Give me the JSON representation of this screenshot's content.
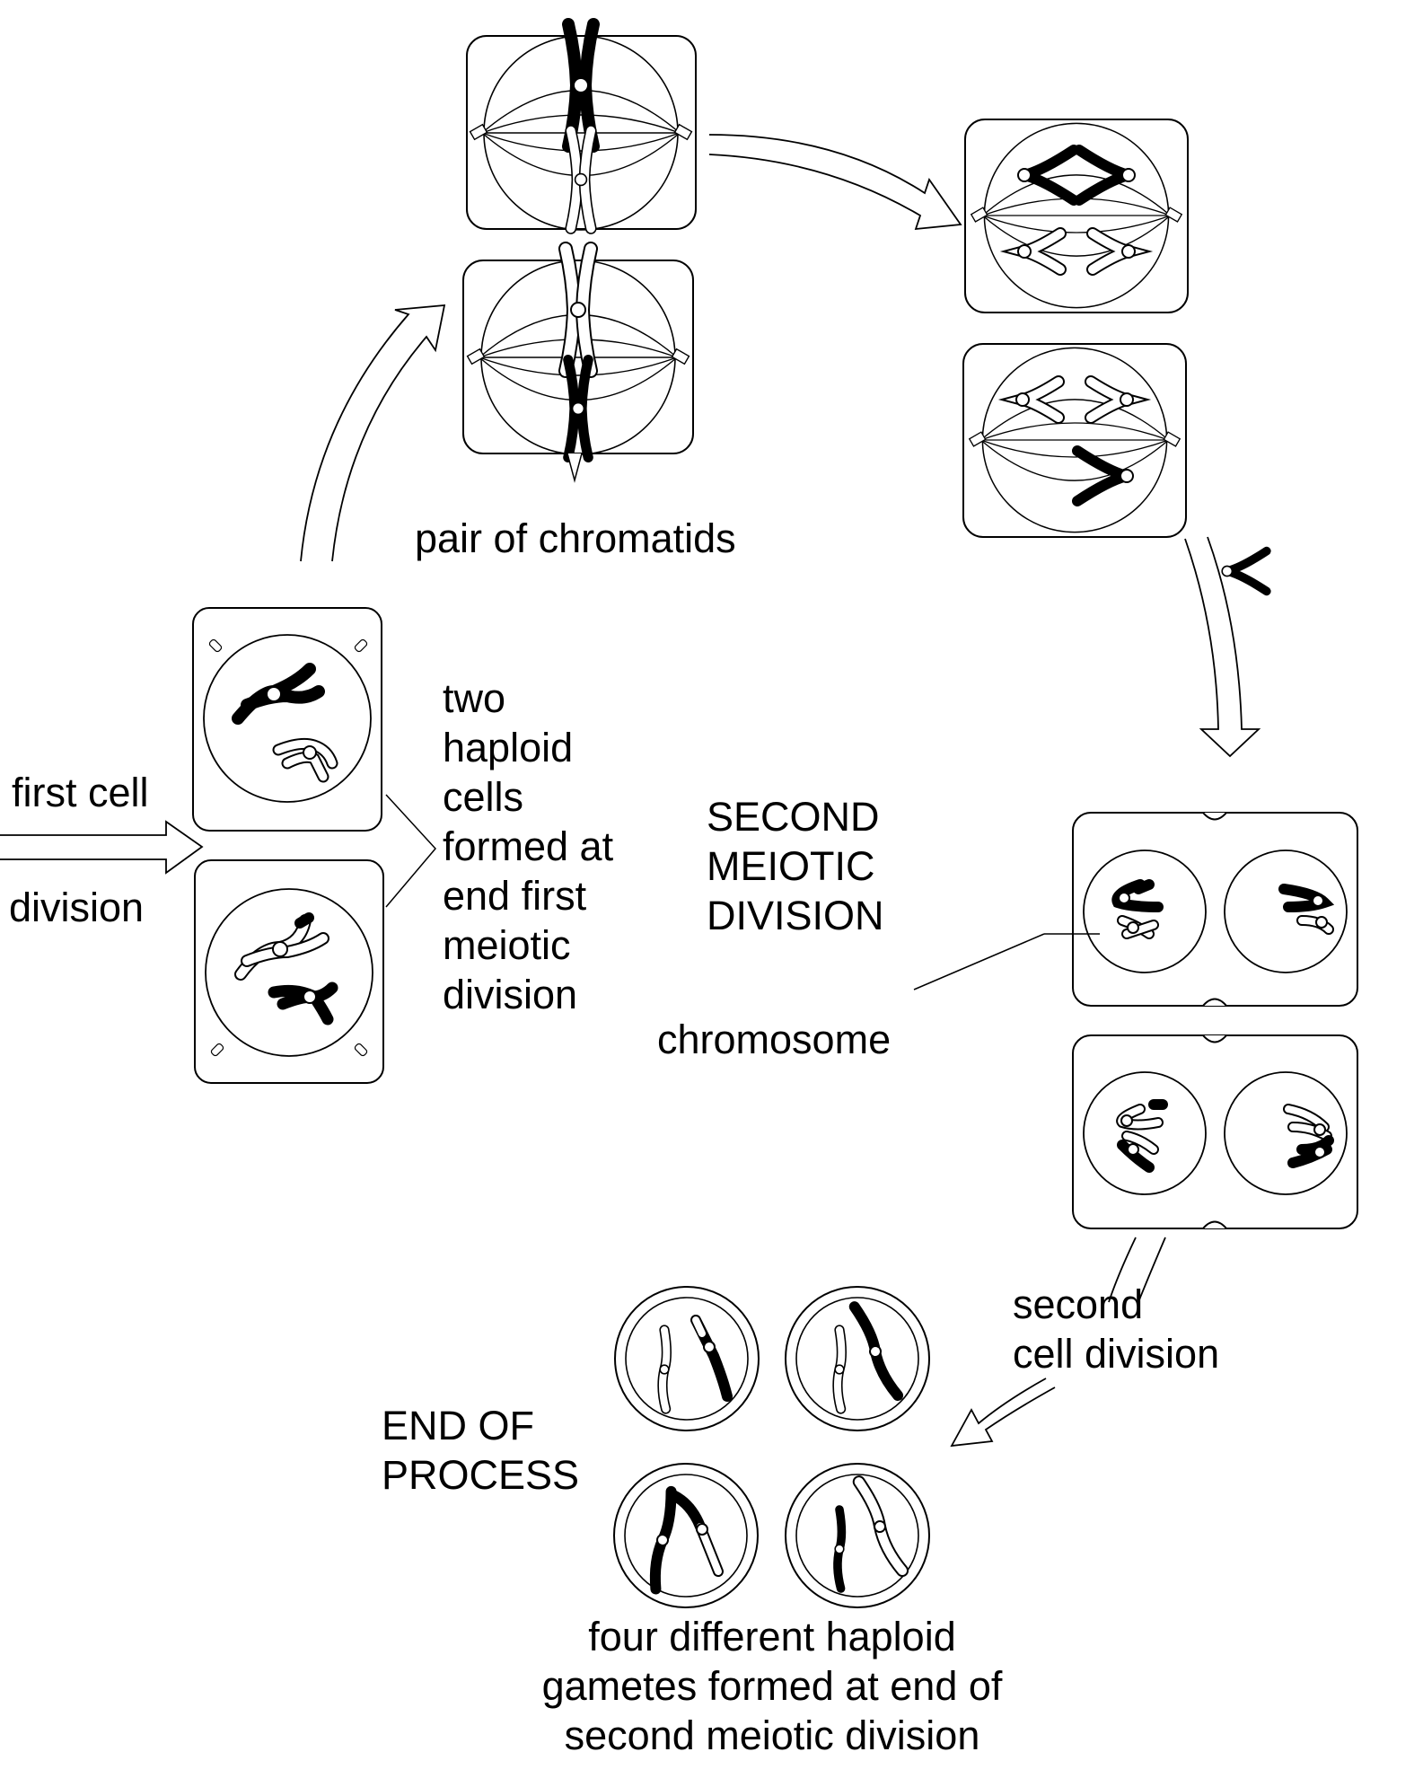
{
  "labels": {
    "first_cell_line1": "first cell",
    "first_cell_line2": "division",
    "pair_of_chromatids": "pair of  chromatids",
    "two_haploid_lines": [
      "two",
      "haploid",
      "cells",
      "formed at",
      "end first",
      "meiotic",
      "division"
    ],
    "second_meiotic_lines": [
      "SECOND",
      "MEIOTIC",
      "DIVISION"
    ],
    "chromosome": "chromosome",
    "second_cell_division_lines": [
      "second",
      "cell division"
    ],
    "end_of_process_lines": [
      "END OF",
      "PROCESS"
    ],
    "four_gametes_lines": [
      "four different haploid",
      "gametes formed at end of",
      "second meiotic division"
    ]
  }
}
